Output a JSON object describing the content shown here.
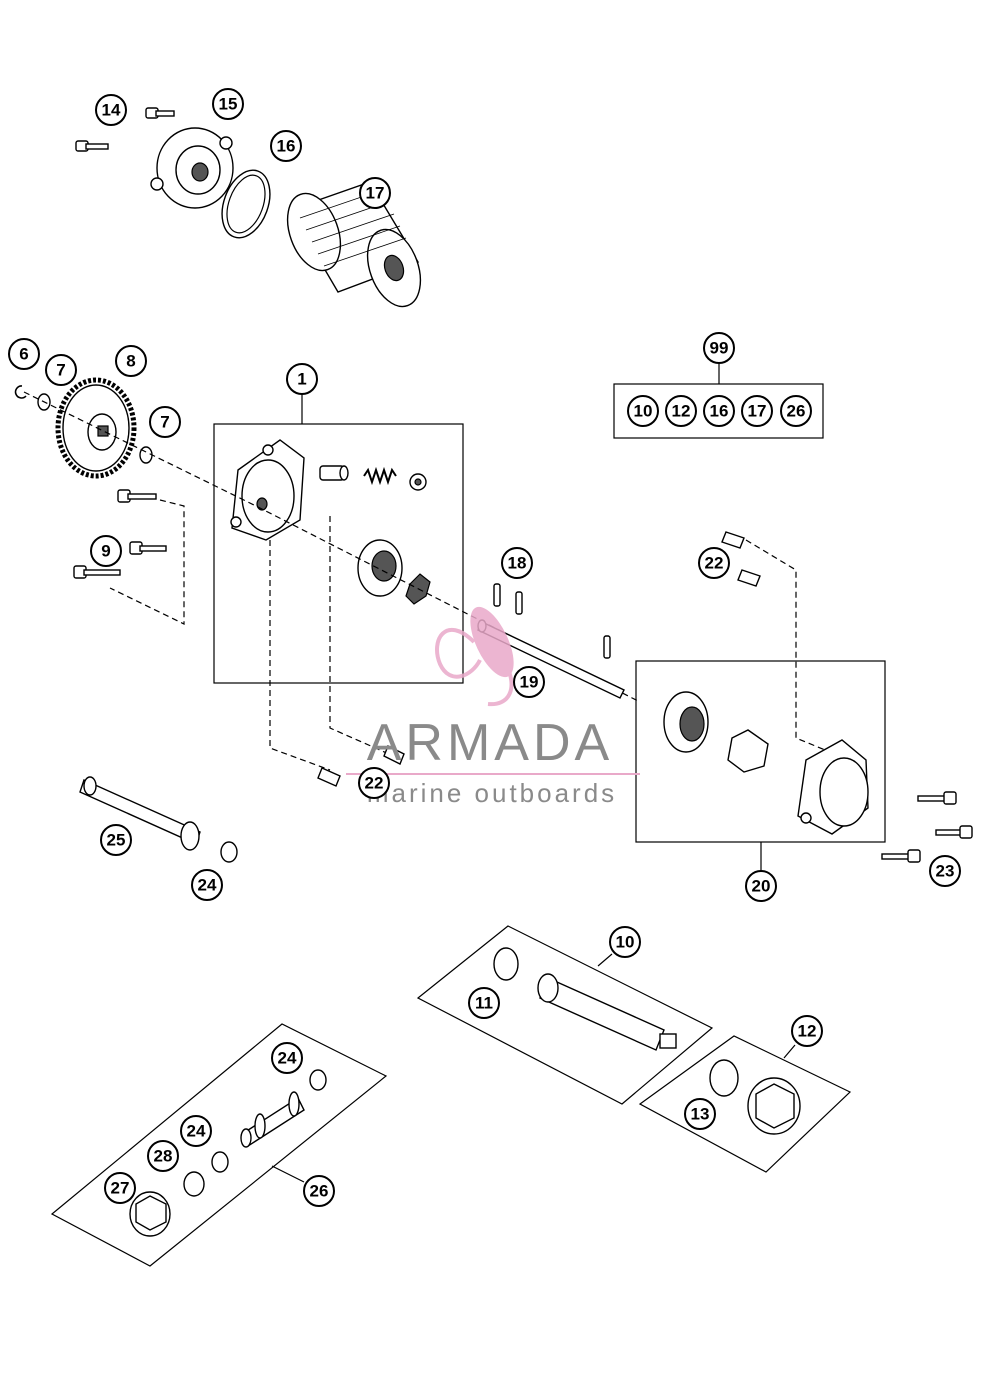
{
  "watermark": {
    "brand": "ARMADA",
    "tagline": "marine outboards",
    "accent_color": "#e9a9c9",
    "text_color": "#8a8a8a"
  },
  "callouts": {
    "c1": "1",
    "c6": "6",
    "c7a": "7",
    "c7b": "7",
    "c8": "8",
    "c9": "9",
    "c10": "10",
    "c11": "11",
    "c12": "12",
    "c13": "13",
    "c14": "14",
    "c15": "15",
    "c16": "16",
    "c17": "17",
    "c18": "18",
    "c19": "19",
    "c20": "20",
    "c22a": "22",
    "c22b": "22",
    "c23": "23",
    "c24a": "24",
    "c24b": "24",
    "c24c": "24",
    "c25": "25",
    "c26": "26",
    "c27": "27",
    "c28": "28",
    "c99": "99"
  },
  "kit99": {
    "items": [
      "10",
      "12",
      "16",
      "17",
      "26"
    ]
  }
}
